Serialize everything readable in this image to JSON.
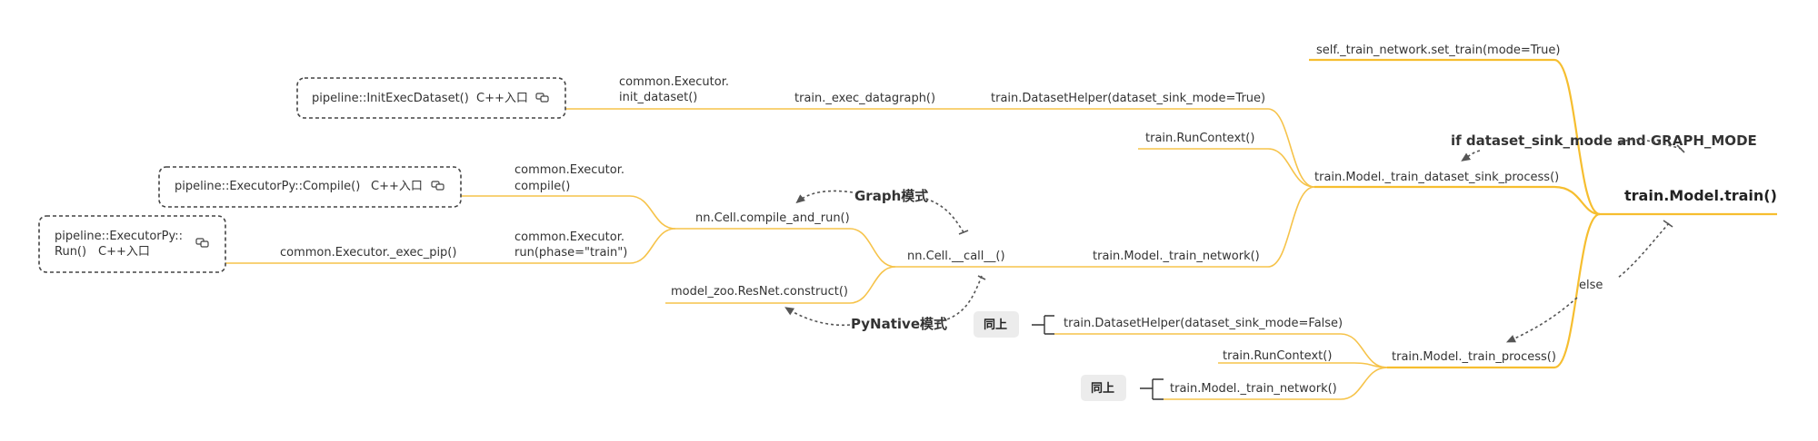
{
  "root": "train.Model.train()",
  "set_train": "self._train_network.set_train(mode=True)",
  "cond_sink": "if dataset_sink_mode and GRAPH_MODE",
  "cond_else": "else",
  "sink_process": "train.Model._train_dataset_sink_process()",
  "sink_children": {
    "helper": "train.DatasetHelper(dataset_sink_mode=True)",
    "run_context": "train.RunContext()",
    "train_network": "train.Model._train_network()"
  },
  "exec_datagraph": "train._exec_datagraph()",
  "init_dataset_l1": "common.Executor.",
  "init_dataset_l2": "init_dataset()",
  "init_exec_dataset": "pipeline::InitExecDataset()",
  "cpp_entry": "C++入口",
  "cell_call": "nn.Cell.__call__()",
  "graph_mode": "Graph模式",
  "pynative_mode": "PyNative模式",
  "compile_and_run": "nn.Cell.compile_and_run()",
  "resnet_construct": "model_zoo.ResNet.construct()",
  "compile_l1": "common.Executor.",
  "compile_l2": "compile()",
  "executorpy_compile": "pipeline::ExecutorPy::Compile()",
  "run_l1": "common.Executor.",
  "run_l2": "run(phase=\"train\")",
  "exec_pip": "common.Executor._exec_pip()",
  "executorpy_run_l1": "pipeline::ExecutorPy::",
  "executorpy_run_l2": "Run()",
  "train_process": "train.Model._train_process()",
  "process_children": {
    "helper": "train.DatasetHelper(dataset_sink_mode=False)",
    "run_context": "train.RunContext()",
    "train_network": "train.Model._train_network()"
  },
  "same_as_above": "同上",
  "colors": {
    "connector": "#F6C34A",
    "dashed": "#555555",
    "tag_bg": "#ECECEC"
  },
  "icons": [
    "link-icon"
  ]
}
